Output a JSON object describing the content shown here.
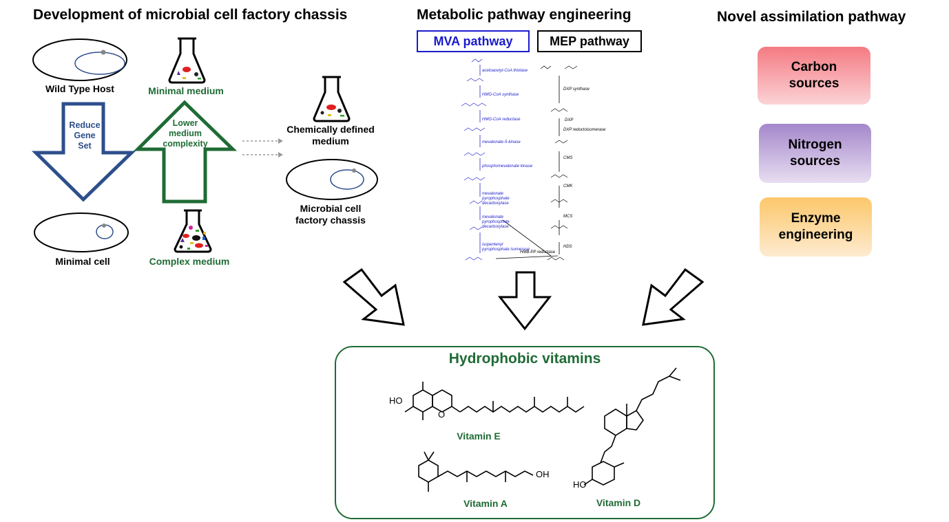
{
  "headers": {
    "chassis": "Development of microbial cell factory chassis",
    "metabolic": "Metabolic pathway engineering",
    "assimilation": "Novel assimilation pathway"
  },
  "chassis": {
    "wild_type": "Wild Type Host",
    "minimal_medium": "Minimal medium",
    "reduce_line1": "Reduce",
    "reduce_line2": "Gene",
    "reduce_line3": "Set",
    "lower_line1": "Lower",
    "lower_line2": "medium",
    "lower_line3": "complexity",
    "minimal_cell": "Minimal cell",
    "complex_medium": "Complex medium",
    "defined_line1": "Chemically defined",
    "defined_line2": "medium",
    "chassis_line1": "Microbial cell",
    "chassis_line2": "factory chassis"
  },
  "pathways": {
    "mva": "MVA pathway",
    "mep": "MEP pathway",
    "mva_steps": [
      "acetoacetyl-CoA thiolase",
      "HMG-CoA synthase",
      "HMG-CoA reductase",
      "mevalonate-5-kinase",
      "phosphomevalonate kinase",
      "mevalonate pyrophosphate decarboxylase",
      "mevalonate pyrophosphate decarboxylase",
      "isopentenyl pyrophosphate isomerase"
    ],
    "mep_steps": [
      "DXP synthase",
      "DXP reductoisomerase",
      "CMS",
      "CMK",
      "MCS",
      "HDS",
      "HMB-PP reductase"
    ],
    "mep_labels": [
      "DXP"
    ]
  },
  "assimilation": {
    "carbon_line1": "Carbon",
    "carbon_line2": "sources",
    "nitrogen_line1": "Nitrogen",
    "nitrogen_line2": "sources",
    "enzyme_line1": "Enzyme",
    "enzyme_line2": "engineering"
  },
  "vitamins": {
    "title": "Hydrophobic vitamins",
    "vitamin_e": "Vitamin E",
    "vitamin_a": "Vitamin A",
    "vitamin_d": "Vitamin D",
    "ho_e": "HO",
    "o_e": "O",
    "oh_a": "OH",
    "ho_d": "HO"
  },
  "colors": {
    "green": "#1f6b35",
    "blue": "#2e4f8c",
    "mva_blue": "#1a1acc",
    "carbon_box": "#f5828a",
    "nitrogen_box": "#a78bcc",
    "enzyme_box": "#fcc96e"
  }
}
